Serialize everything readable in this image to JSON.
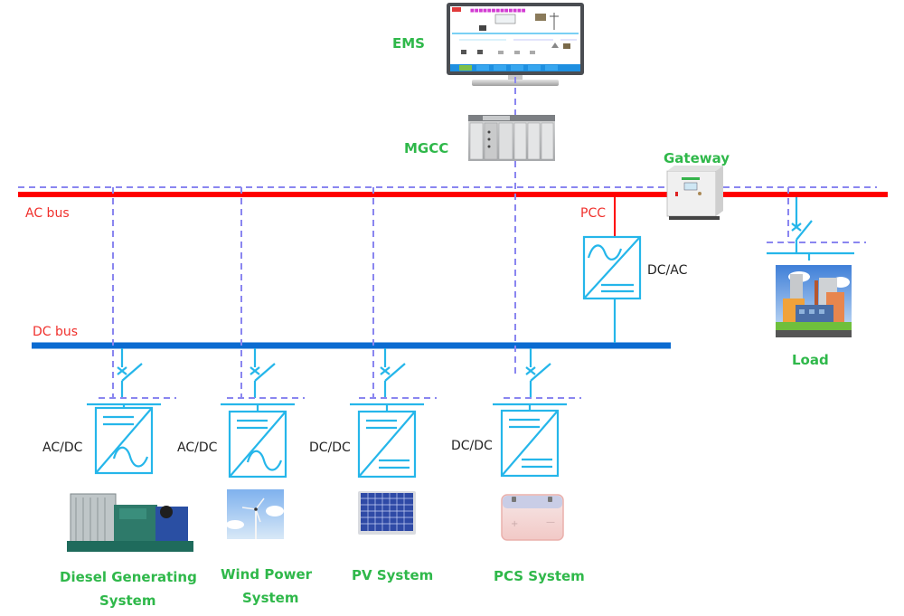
{
  "title": "AC/DC Hybrid Microgrid Architecture",
  "colors": {
    "ac_bus": "#ff0000",
    "dc_bus": "#0b6bd1",
    "control_line": "#8a86f0",
    "converter": "#25b6ea",
    "label_green": "#2fb84a",
    "label_red": "#f0302c"
  },
  "control": {
    "ems_label": "EMS",
    "mgcc_label": "MGCC",
    "gateway_label": "Gateway",
    "ems_icon": "monitor-icon",
    "mgcc_icon": "plc-controller-icon",
    "gateway_icon": "gateway-cabinet-icon"
  },
  "buses": {
    "ac_label": "AC bus",
    "dc_label": "DC bus",
    "pcc_label": "PCC"
  },
  "grid_converter": {
    "label": "DC/AC",
    "icon": "inverter-icon"
  },
  "load": {
    "label": "Load",
    "icon": "factory-icon"
  },
  "sources": [
    {
      "converter": "AC/DC",
      "name_line1": "Diesel Generating",
      "name_line2": "System",
      "icon": "diesel-generator-icon"
    },
    {
      "converter": "AC/DC",
      "name_line1": "Wind Power",
      "name_line2": "System",
      "icon": "wind-turbine-icon"
    },
    {
      "converter": "DC/DC",
      "name_line1": "PV System",
      "name_line2": "",
      "icon": "solar-panel-icon"
    },
    {
      "converter": "DC/DC",
      "name_line1": "PCS System",
      "name_line2": "",
      "icon": "battery-icon"
    }
  ]
}
